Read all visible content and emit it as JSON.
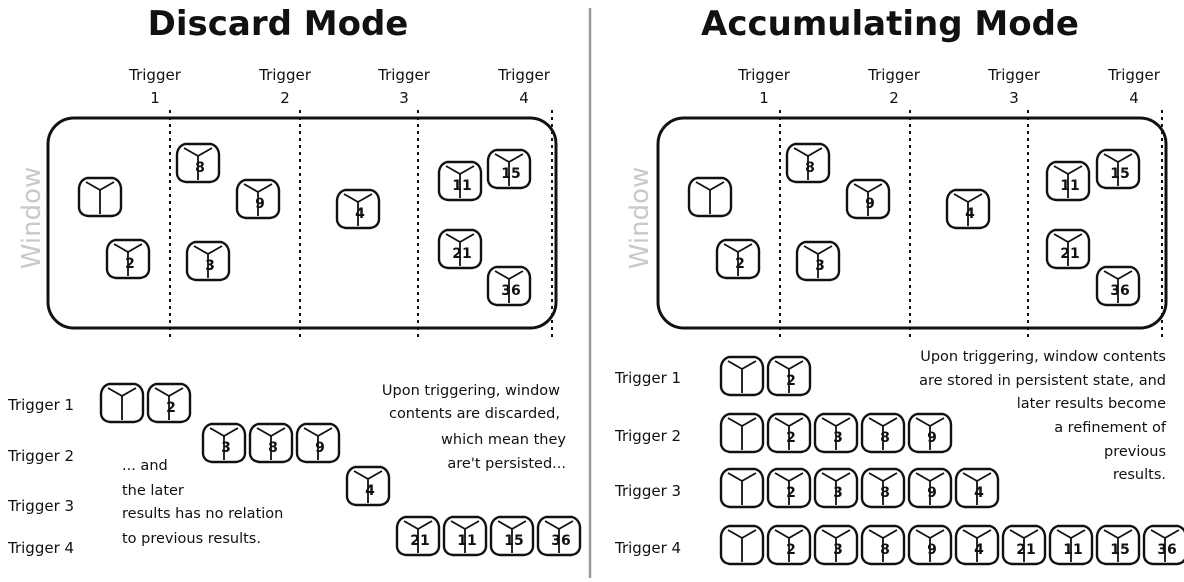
{
  "divider_color": "#9a9a9a",
  "window_label_color": "#c9c9c9",
  "panels": [
    {
      "title": "Discard Mode",
      "window_label": "Window",
      "triggers": [
        {
          "word": "Trigger",
          "num": "1"
        },
        {
          "word": "Trigger",
          "num": "2"
        },
        {
          "word": "Trigger",
          "num": "3"
        },
        {
          "word": "Trigger",
          "num": "4"
        }
      ],
      "window_cubes": [
        "",
        "8",
        "9",
        "4",
        "11",
        "15",
        "2",
        "3",
        "21",
        "36"
      ],
      "rows": [
        {
          "label": "Trigger 1",
          "cubes": [
            "",
            "2"
          ]
        },
        {
          "label": "Trigger 2",
          "cubes": [
            "3",
            "8",
            "9"
          ]
        },
        {
          "label": "Trigger 3",
          "cubes": [
            "4"
          ]
        },
        {
          "label": "Trigger 4",
          "cubes": [
            "21",
            "11",
            "15",
            "36"
          ]
        }
      ],
      "note": [
        "Upon triggering, window",
        "contents are discarded,",
        "which mean they",
        "are't persisted..."
      ],
      "note2": [
        "... and",
        "the later",
        "results has no relation",
        "to previous results."
      ]
    },
    {
      "title": "Accumulating Mode",
      "window_label": "Window",
      "triggers": [
        {
          "word": "Trigger",
          "num": "1"
        },
        {
          "word": "Trigger",
          "num": "2"
        },
        {
          "word": "Trigger",
          "num": "3"
        },
        {
          "word": "Trigger",
          "num": "4"
        }
      ],
      "window_cubes": [
        "",
        "8",
        "9",
        "4",
        "11",
        "15",
        "2",
        "3",
        "21",
        "36"
      ],
      "rows": [
        {
          "label": "Trigger 1",
          "cubes": [
            "",
            "2"
          ]
        },
        {
          "label": "Trigger 2",
          "cubes": [
            "",
            "2",
            "3",
            "8",
            "9"
          ]
        },
        {
          "label": "Trigger 3",
          "cubes": [
            "",
            "2",
            "3",
            "8",
            "9",
            "4"
          ]
        },
        {
          "label": "Trigger 4",
          "cubes": [
            "",
            "2",
            "3",
            "8",
            "9",
            "4",
            "21",
            "11",
            "15",
            "36"
          ]
        }
      ],
      "note": [
        "Upon triggering, window contents",
        "are stored in persistent state, and",
        "later results become",
        "a refinement of",
        "previous",
        "results."
      ]
    }
  ]
}
